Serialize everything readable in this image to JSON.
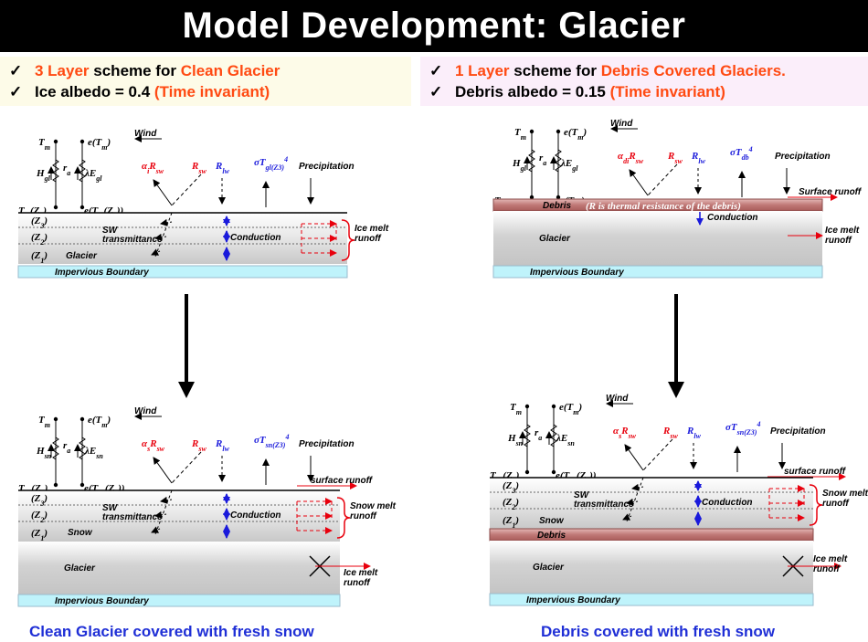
{
  "title": "Model Development: Glacier",
  "left_bullets": [
    {
      "check": "✓",
      "parts": [
        {
          "t": "3 Layer",
          "hl": true
        },
        {
          "t": " scheme for ",
          "hl": false
        },
        {
          "t": "Clean Glacier",
          "hl": true
        }
      ]
    },
    {
      "check": "✓",
      "parts": [
        {
          "t": "Ice albedo = 0.4 ",
          "hl": false
        },
        {
          "t": "(Time invariant)",
          "hl": true
        }
      ]
    }
  ],
  "right_bullets": [
    {
      "check": "✓",
      "parts": [
        {
          "t": "1 Layer",
          "hl": true
        },
        {
          "t": " scheme for ",
          "hl": false
        },
        {
          "t": "Debris Covered Glaciers.",
          "hl": true
        }
      ]
    },
    {
      "check": "✓",
      "parts": [
        {
          "t": "Debris albedo = 0.15 ",
          "hl": false
        },
        {
          "t": "(Time invariant)",
          "hl": true
        }
      ]
    }
  ],
  "labels": {
    "tm": "T",
    "tm_sub": "m",
    "etm": "e(T",
    "etm_close": ")",
    "wind": "Wind",
    "precip": "Precipitation",
    "ra": "r",
    "ra_sub": "a",
    "lambda_e": "λE",
    "hgl": "H",
    "gl": "gl",
    "sn": "sn",
    "db": "db",
    "tgl": "T",
    "z3": "(Z",
    "z3_sub": "3",
    "z2_sub": "2",
    "z1_sub": "1",
    "alpha": "α",
    "r": "R",
    "sw": "sw",
    "lw": "lw",
    "sigma_t": "σT",
    "exp4": "4",
    "sw_trans_1": "SW",
    "sw_trans_2": "transmittance",
    "conduction": "Conduction",
    "ice_melt_1": "Ice melt",
    "ice_melt_2": "runoff",
    "snow_melt_1": "Snow melt",
    "snow_melt_2": "runoff",
    "surface_runoff": "surface runoff",
    "surface_runoff_cap": "Surface runoff",
    "glacier": "Glacier",
    "snow": "Snow",
    "debris": "Debris",
    "impervious": "Impervious Boundary",
    "debris_note": "(R is thermal  resistance  of the debris)",
    "alpha_i": "i",
    "alpha_di": "di",
    "alpha_s": "s",
    "z3_paren": "(Z3)",
    "z3_sn": "(T",
    "e_tgl": "e(T",
    "e_tsn": "e(T",
    "e_tdb": "e(T"
  },
  "captions": {
    "left": "Clean Glacier covered with fresh snow",
    "right": "Debris covered with fresh snow"
  },
  "colors": {
    "orange": "#ff4a12",
    "red": "#e8000d",
    "blue": "#1a1adb",
    "impervious": "#bff3fb",
    "debris": "#c77d7a"
  }
}
